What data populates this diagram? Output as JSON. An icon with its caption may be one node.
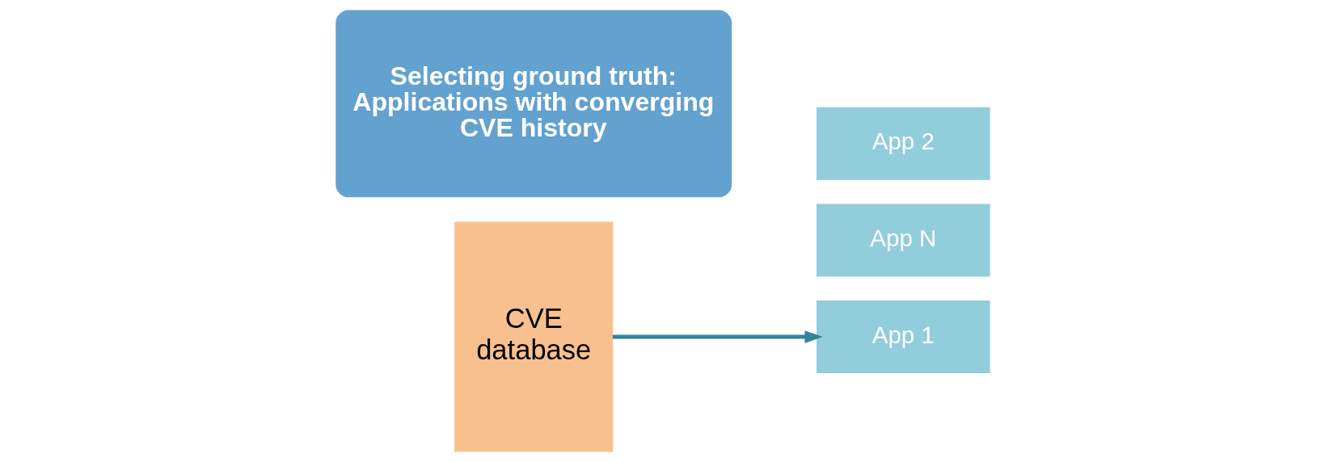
{
  "diagram": {
    "nodes": [
      {
        "text": [
          "CVE database"
        ]
      },
      {
        "text": [
          "App 1"
        ]
      },
      {
        "text": [
          "App 2"
        ]
      },
      {
        "text": [
          "App N"
        ]
      },
      {
        "text": [
          "Selecting ground truth: Applications with converging CVE history"
        ]
      }
    ],
    "edges": [
      {
        "from": 0,
        "to": 1,
        "arrow": "to"
      }
    ]
  }
}
